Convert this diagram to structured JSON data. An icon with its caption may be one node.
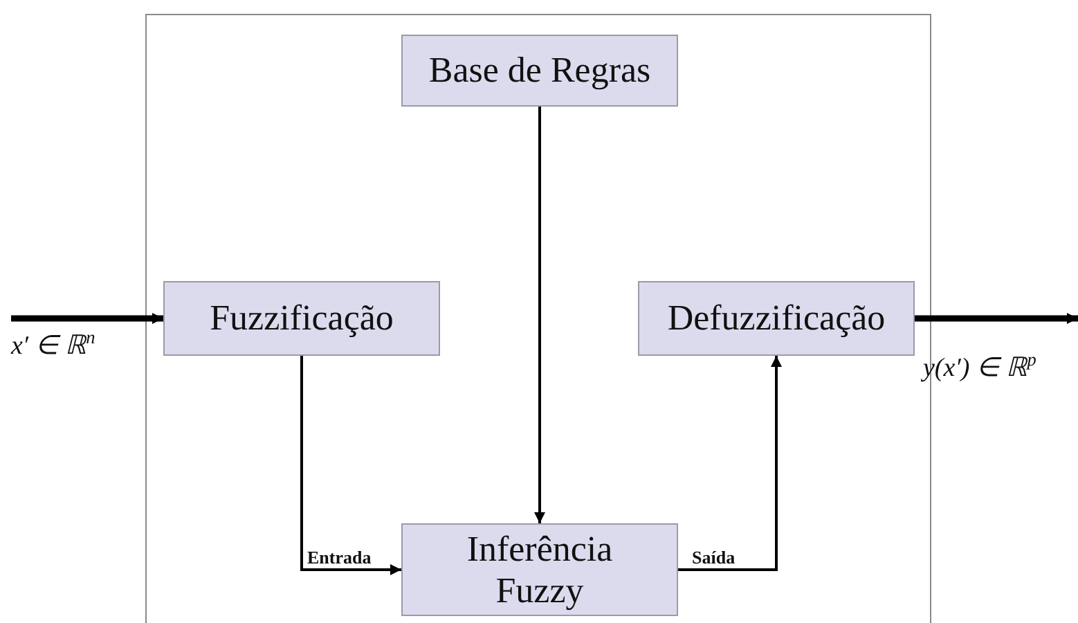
{
  "diagram": {
    "nodes": [
      {
        "text": [],
        "shape": "box"
      },
      {
        "text": [
          "Base de Regras"
        ],
        "in": 0
      },
      {
        "text": [
          "Fuzzificação"
        ],
        "in": 0
      },
      {
        "text": [
          "Defuzzificação"
        ],
        "in": 0
      },
      {
        "text": [
          "Inferência Fuzzy"
        ],
        "in": 0
      }
    ],
    "edges": [
      {
        "from": null,
        "to": 2,
        "arrow": "to",
        "style": "thick",
        "label": "x′ ∈ ℝ$^{n}$"
      },
      {
        "from": 3,
        "to": null,
        "arrow": "to",
        "style": "thick",
        "label": "y(x′) ∈ ℝ$^{p}$"
      },
      {
        "from": 1,
        "to": 4,
        "arrow": "to"
      },
      {
        "from": 2,
        "to": 4,
        "arrow": "to",
        "label": "Entrada"
      },
      {
        "from": 4,
        "to": 3,
        "arrow": "to",
        "label": "Saída"
      }
    ]
  }
}
